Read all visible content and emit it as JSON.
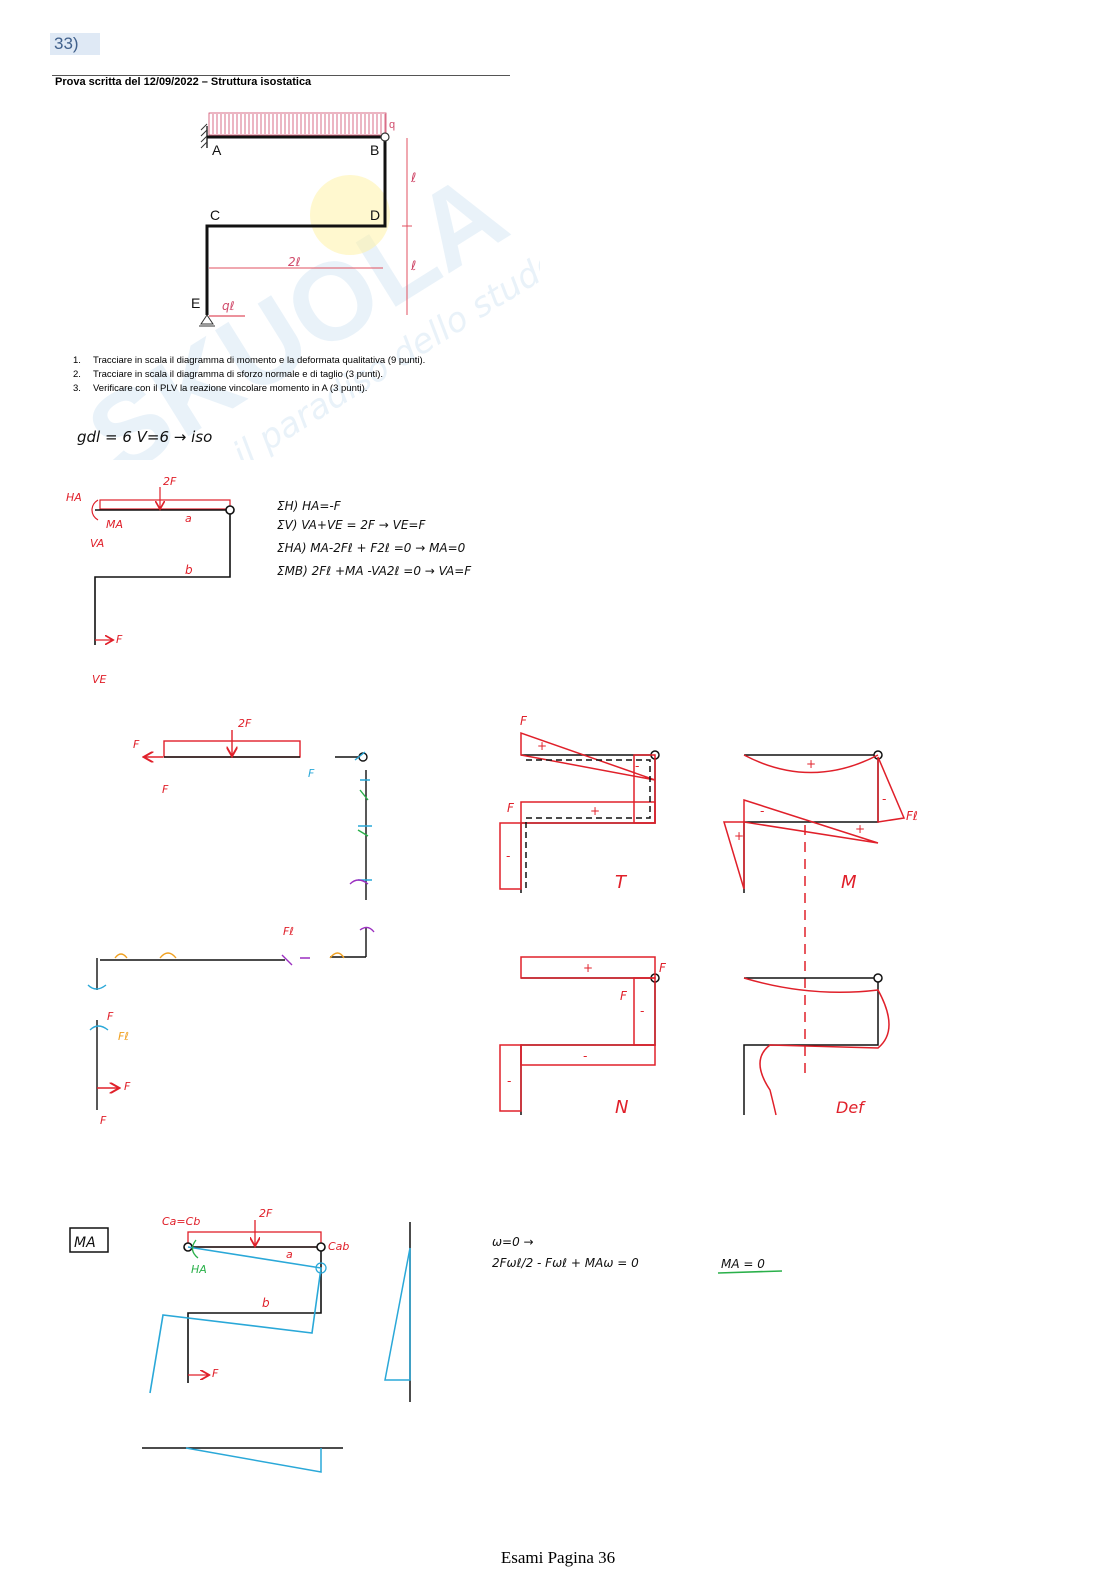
{
  "page": {
    "number_badge": "33)",
    "footer": "Esami Pagina 36"
  },
  "exam": {
    "title": "Prova scritta del 12/09/2022 – Struttura isostatica",
    "tasks": [
      {
        "num": "1.",
        "text": "Tracciare in scala il diagramma di momento e la deformata qualitativa (9 punti)."
      },
      {
        "num": "2.",
        "text": "Tracciare in scala il diagramma di sforzo normale e di taglio (3 punti)."
      },
      {
        "num": "3.",
        "text": "Verificare con il PLV la reazione vincolare momento in A (3 punti)."
      }
    ],
    "figure_labels": {
      "A": "A",
      "B": "B",
      "C": "C",
      "D": "D",
      "E": "E",
      "q": "q",
      "l_top": "ℓ",
      "l_bottom": "ℓ",
      "two_l": "2ℓ",
      "ql": "qℓ"
    }
  },
  "watermark": {
    "brand": "SKUOLA.net",
    "tagline": "dello studente"
  },
  "notes": {
    "dof": "gdl = 6    V=6  →  iso",
    "equations": [
      "ΣH)  HA=-F",
      "ΣV)  VA+VE = 2F   →   VE=F",
      "ΣHA)  MA-2Fℓ + F2ℓ =0  →  MA=0",
      "ΣMB)  2Fℓ +MA -VA2ℓ =0  →  VA=F"
    ],
    "sketch1_labels": {
      "HA": "HA",
      "MA": "MA",
      "VA": "VA",
      "twoF": "2F",
      "a": "a",
      "b": "b",
      "F": "F",
      "VE": "VE"
    },
    "fbd_labels": {
      "twoF": "2F",
      "F": "F",
      "Fl": "Fℓ"
    },
    "diagram_titles": {
      "T": "T",
      "M": "M",
      "N": "N",
      "Def": "Def"
    },
    "diagram_signs": {
      "plus": "+",
      "minus": "-",
      "F": "F",
      "Fl": "Fℓ"
    },
    "plv": {
      "box": "MA",
      "labels": {
        "CaCb": "Ca=Cb",
        "twoF": "2F",
        "Cab": "Cab",
        "HA": "HA",
        "a": "a",
        "b": "b",
        "F": "F"
      },
      "eq1": "ω=0  →",
      "eq2": "2Fωℓ/2 - Fωℓ + MAω = 0",
      "result": "MA = 0"
    }
  }
}
